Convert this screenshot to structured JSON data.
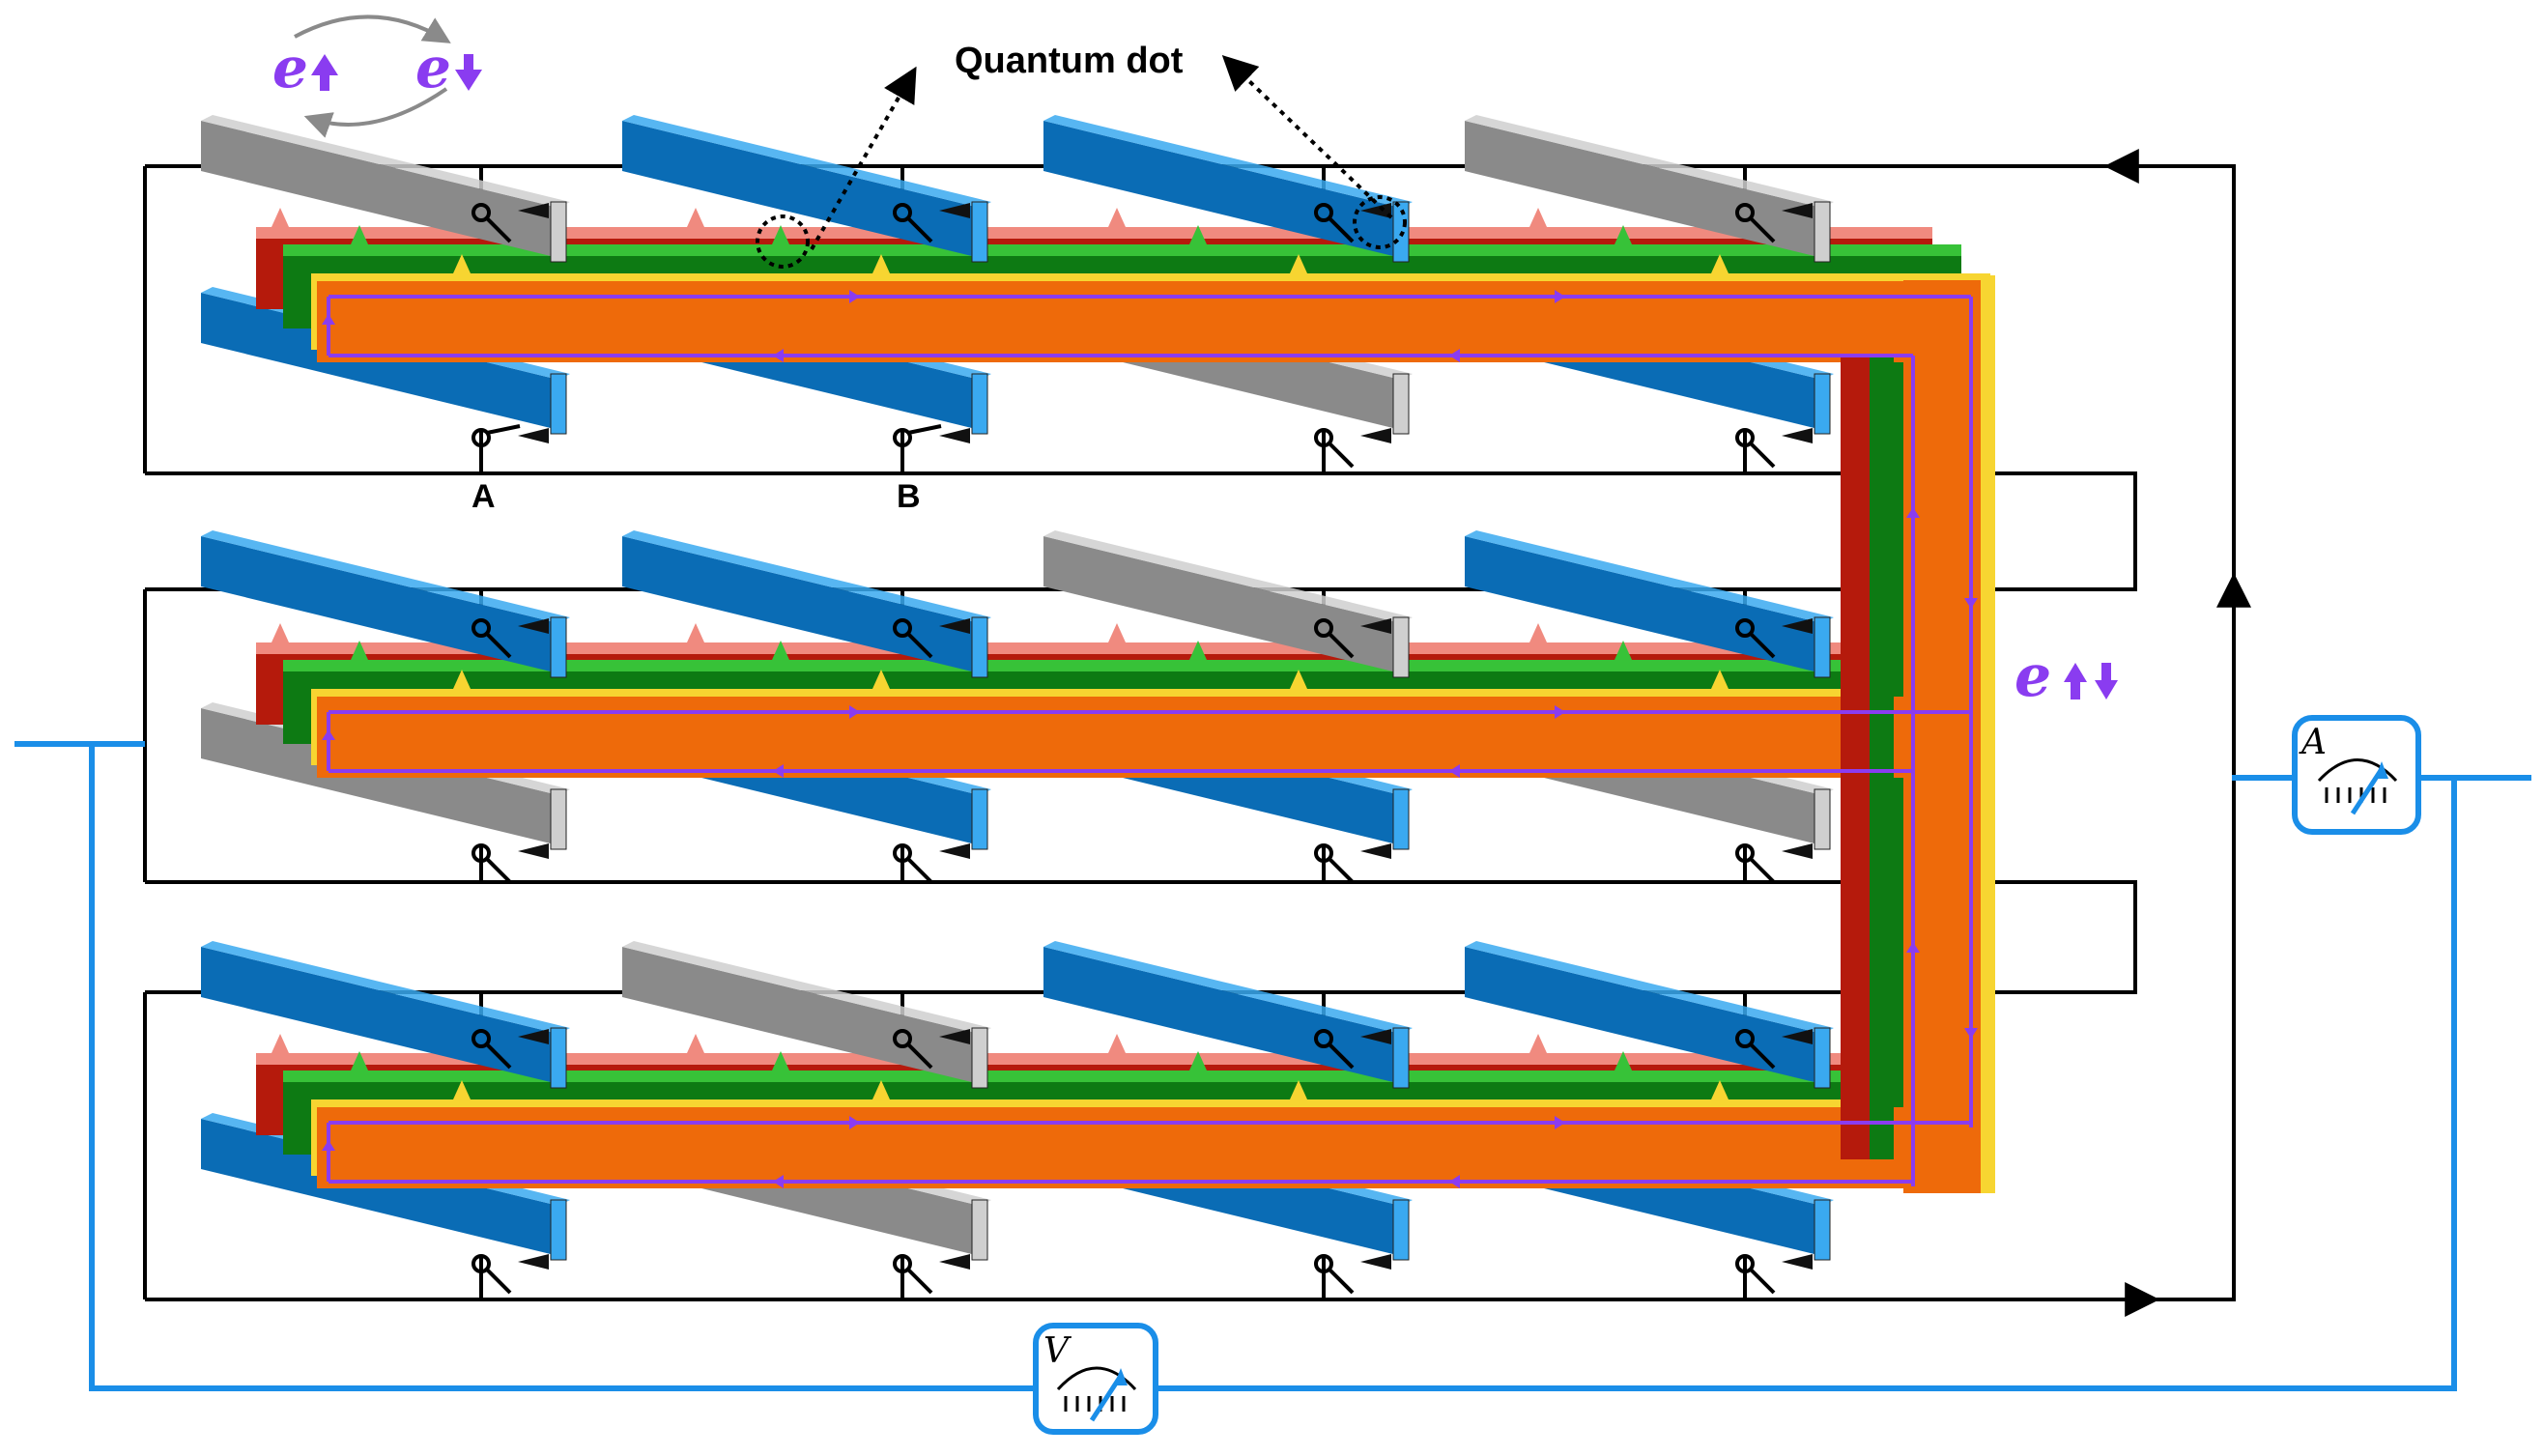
{
  "labels": {
    "quantum_dot": "Quantum dot",
    "electron": "e",
    "node_a": "A",
    "node_b": "B",
    "ammeter": "A",
    "voltmeter": "V"
  },
  "colors": {
    "gate_on": "#0a6cb5",
    "gate_on_face": "#3aa9f0",
    "gate_off": "#8a8a8a",
    "gate_off_face": "#cfcfcf",
    "channel_orange": "#ee6a0a",
    "channel_yellow": "#f7d531",
    "channel_green": "#0d7a13",
    "channel_green_top": "#37c238",
    "channel_red": "#b51a0c",
    "channel_red_top": "#f08a7f",
    "spin": "#8a3cf0",
    "wire": "#000000",
    "meter": "#1a8ee8"
  },
  "rows": [
    {
      "top_gates": [
        "off",
        "on",
        "on",
        "off"
      ],
      "bottom_gates": [
        "on",
        "on",
        "off",
        "on"
      ]
    },
    {
      "top_gates": [
        "on",
        "on",
        "off",
        "on"
      ],
      "bottom_gates": [
        "off",
        "on",
        "on",
        "off"
      ]
    },
    {
      "top_gates": [
        "on",
        "off",
        "on",
        "on"
      ],
      "bottom_gates": [
        "on",
        "off",
        "on",
        "on"
      ]
    }
  ],
  "icons": [
    "spin-up-arrow-icon",
    "spin-down-arrow-icon",
    "meter-needle-icon",
    "switch-icon"
  ]
}
